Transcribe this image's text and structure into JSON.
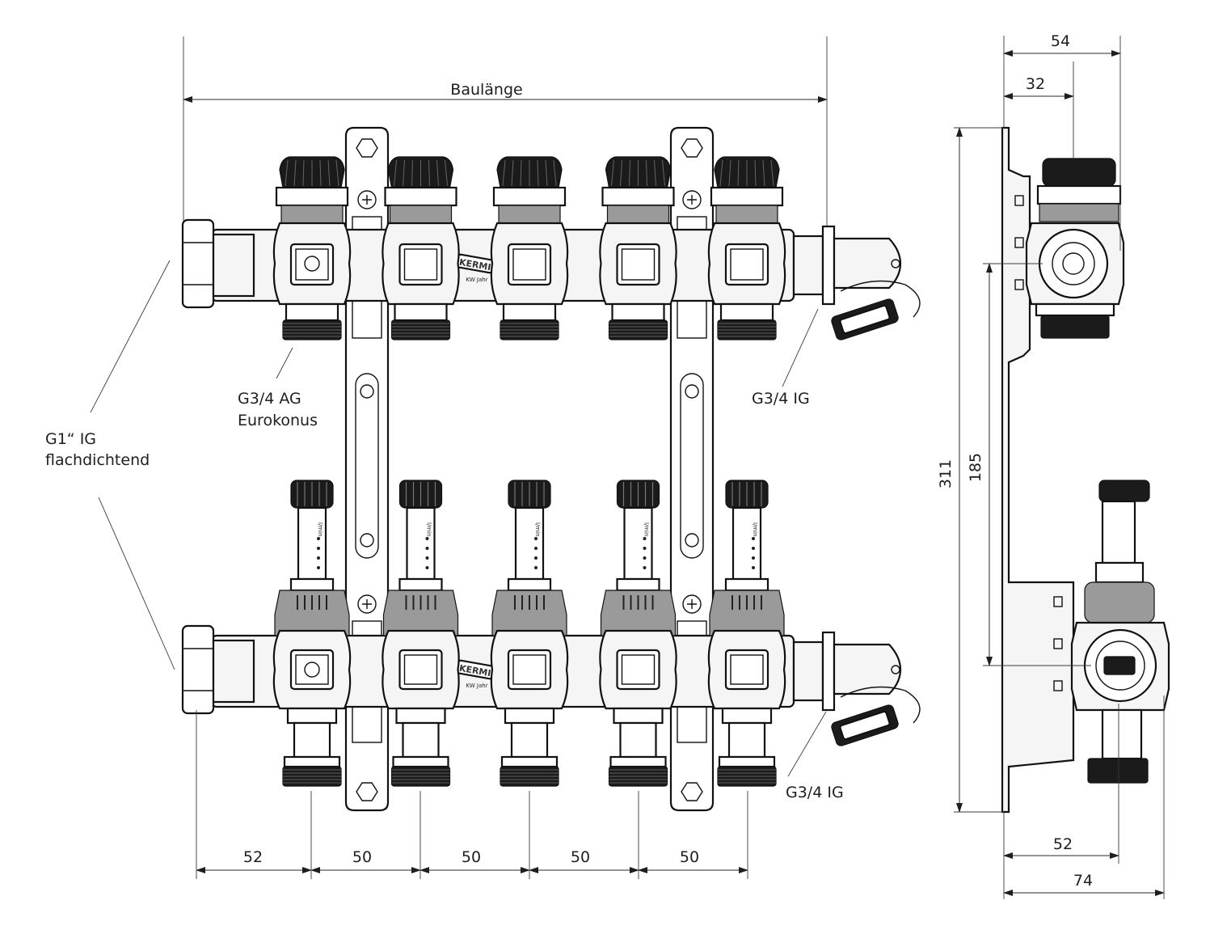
{
  "labels": {
    "baulaenge": "Baulänge",
    "supply_outlet": "G3/4 AG",
    "supply_outlet_2": "Eurokonus",
    "main_inlet": "G1“ IG",
    "main_inlet_2": "flachdichtend",
    "vent_top": "G3/4 IG",
    "vent_bottom": "G3/4 IG",
    "brand": "KERMI",
    "brand_sub": "KW Jahr",
    "flow_unit": "l/min"
  },
  "dimensions": {
    "bottom": [
      "52",
      "50",
      "50",
      "50",
      "50"
    ],
    "side_width_outer": "54",
    "side_width_inner": "32",
    "side_height_total": "311",
    "side_height_axis": "185",
    "side_bottom_inner": "52",
    "side_bottom_outer": "74"
  },
  "outlet_count": 5
}
